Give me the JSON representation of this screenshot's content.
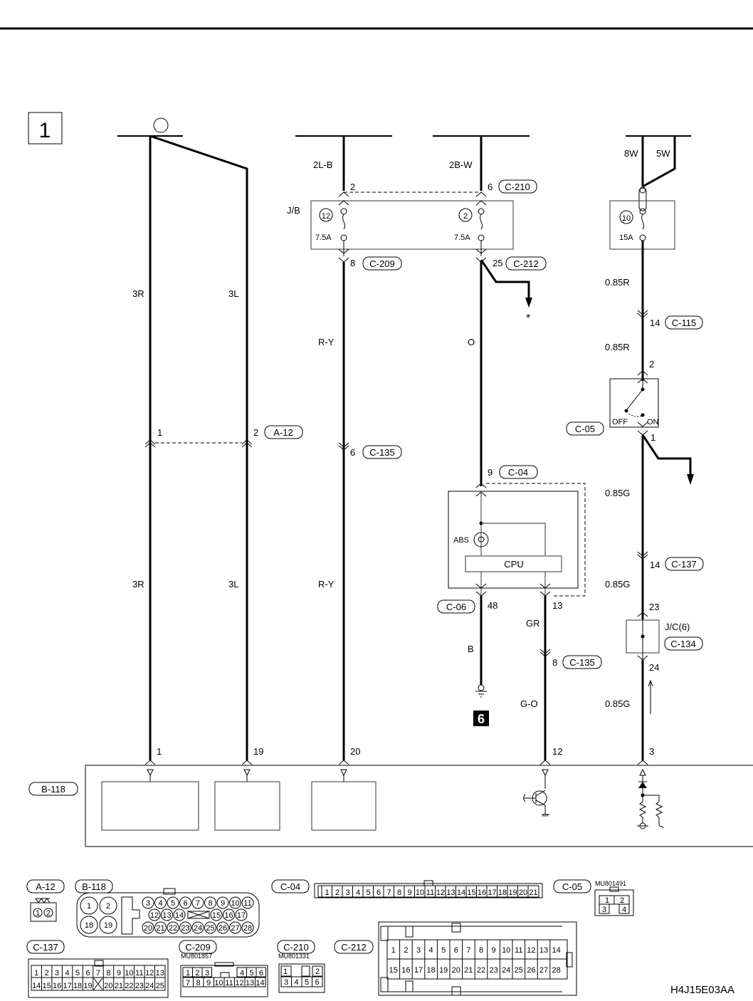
{
  "diagram": {
    "section_number": "1",
    "figure_id": "H4J15E03AA",
    "circuits": {
      "left_pair": {
        "wire_a_upper": "3R",
        "wire_b_upper": "3L",
        "connector_pin_a": "1",
        "connector_pin_b": "2",
        "connector": "A-12",
        "wire_a_lower": "3R",
        "wire_b_lower": "3L",
        "ecu_pin_a": "1",
        "ecu_pin_b": "19"
      },
      "fuse_circuit_1": {
        "wire_top": "2L-B",
        "jb_pin_in": "2",
        "jb_label": "J/B",
        "fuse_no": "12",
        "fuse_rating": "7.5A",
        "jb_pin_out": "8",
        "jb_out_connector": "C-209",
        "wire_mid": "R-Y",
        "junction_pin": "6",
        "junction_connector": "C-135",
        "wire_low": "R-Y",
        "ecu_pin": "20"
      },
      "fuse_circuit_2": {
        "wire_top": "2B-W",
        "jb_pin_in": "6",
        "jb_in_connector": "C-210",
        "fuse_no": "2",
        "fuse_rating": "7.5A",
        "jb_pin_out": "25",
        "jb_out_connector": "C-212",
        "branch_marker": "*",
        "wire_mid": "O",
        "abs_pin_in": "9",
        "abs_connector": "C-04",
        "abs_lamp_label": "ABS",
        "cpu_label": "CPU",
        "abs_gnd_connector": "C-06",
        "abs_gnd_pin": "48",
        "abs_out_pin": "13",
        "gnd_wire": "B",
        "ground_number": "6",
        "out_wire": "GR",
        "junction_pin": "8",
        "junction_connector": "C-135",
        "out_wire_low": "G-O",
        "ecu_pin": "12"
      },
      "fuse_circuit_3": {
        "wire_top_a": "8W",
        "wire_top_b": "5W",
        "fuse_no": "10",
        "fuse_rating": "15A",
        "wire_1": "0.85R",
        "joint_pin_1": "14",
        "joint_connector_1": "C-115",
        "wire_2": "0.85R",
        "switch_pin_in": "2",
        "switch_connector": "C-05",
        "switch_off_label": "OFF",
        "switch_on_label": "ON",
        "switch_pin_out": "1",
        "wire_3": "0.85G",
        "joint_pin_2": "14",
        "joint_connector_2": "C-137",
        "wire_4": "0.85G",
        "jc_pin_in": "23",
        "jc_label": "J/C(6)",
        "jc_connector": "C-134",
        "jc_pin_out": "24",
        "wire_5": "0.85G",
        "ecu_pin": "3"
      }
    },
    "ecu": {
      "connector": "B-118"
    },
    "connector_views": [
      {
        "id": "A-12",
        "part_no": "",
        "pins": [
          "1",
          "2"
        ]
      },
      {
        "id": "B-118",
        "part_no": "",
        "pins": [
          "1",
          "2",
          "18",
          "19",
          "3",
          "4",
          "5",
          "6",
          "7",
          "8",
          "9",
          "10",
          "11",
          "12",
          "13",
          "14",
          "15",
          "16",
          "17",
          "20",
          "21",
          "22",
          "23",
          "24",
          "25",
          "26",
          "27",
          "28"
        ]
      },
      {
        "id": "C-04",
        "part_no": "",
        "pins": [
          "1",
          "2",
          "3",
          "4",
          "5",
          "6",
          "7",
          "8",
          "9",
          "10",
          "11",
          "12",
          "13",
          "14",
          "15",
          "16",
          "17",
          "18",
          "19",
          "20",
          "21"
        ]
      },
      {
        "id": "C-05",
        "part_no": "MU801491",
        "pins": [
          "1",
          "2",
          "3",
          "4"
        ]
      },
      {
        "id": "C-137",
        "part_no": "",
        "pins_row1": [
          "1",
          "2",
          "3",
          "4",
          "5",
          "6",
          "7",
          "8",
          "9",
          "10",
          "11",
          "12",
          "13"
        ],
        "pins_row2": [
          "14",
          "15",
          "16",
          "17",
          "18",
          "19",
          "",
          "20",
          "21",
          "22",
          "23",
          "24",
          "25"
        ]
      },
      {
        "id": "C-209",
        "part_no": "MU801857",
        "pins_row1": [
          "1",
          "2",
          "3",
          "",
          "",
          "",
          "4",
          "5",
          "6"
        ],
        "pins_row2": [
          "7",
          "8",
          "9",
          "10",
          "11",
          "12",
          "13",
          "14"
        ]
      },
      {
        "id": "C-210",
        "part_no": "MU801331",
        "pins_row1": [
          "1",
          "",
          "",
          "2"
        ],
        "pins_row2": [
          "3",
          "4",
          "5",
          "6"
        ]
      },
      {
        "id": "C-212",
        "part_no": "",
        "pins_row1": [
          "1",
          "2",
          "3",
          "4",
          "5",
          "6",
          "7",
          "8",
          "9",
          "10",
          "11",
          "12",
          "13",
          "14"
        ],
        "pins_row2": [
          "15",
          "16",
          "17",
          "18",
          "19",
          "20",
          "21",
          "22",
          "23",
          "24",
          "25",
          "26",
          "27",
          "28"
        ]
      }
    ]
  }
}
